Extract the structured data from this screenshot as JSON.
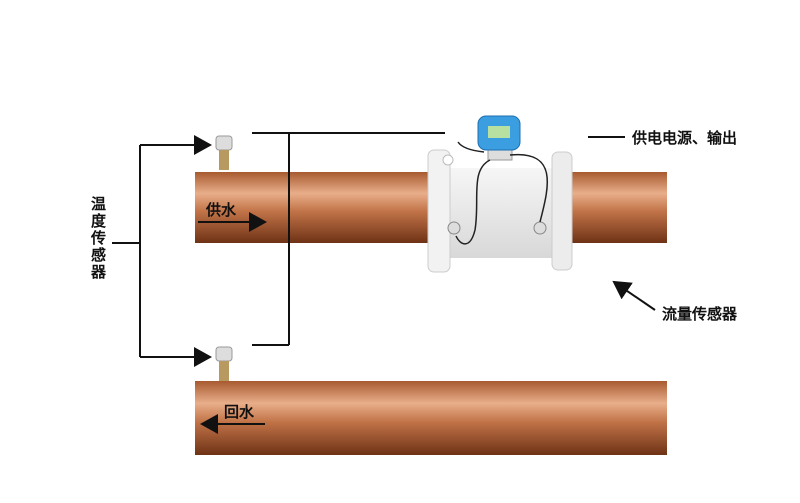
{
  "labels": {
    "temperature_sensor": "温度传感器",
    "supply_water": "供水",
    "return_water": "回水",
    "power_output": "供电电源、输出",
    "flow_sensor": "流量传感器"
  },
  "colors": {
    "pipe_light": "#e0a078",
    "pipe_mid": "#b86a3e",
    "pipe_dark": "#7a3a1c",
    "meter_blue": "#3a9ee0"
  }
}
